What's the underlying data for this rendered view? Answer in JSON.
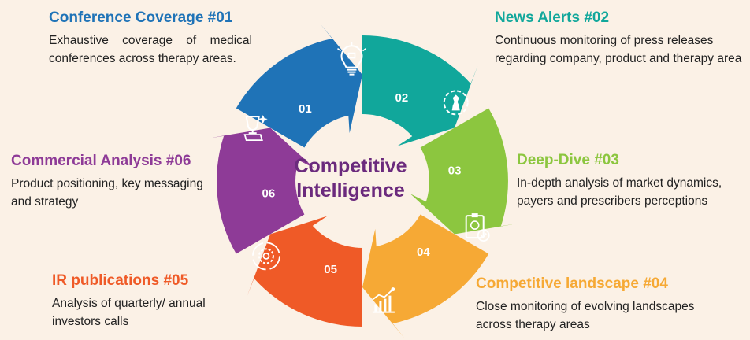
{
  "center": {
    "line1": "Competitive",
    "line2": "Intelligence"
  },
  "steps": [
    {
      "num": "01",
      "title": "Conference Coverage #01",
      "desc": "Exhaustive coverage of medical conferences across therapy areas.",
      "color": "#1f73b7",
      "icon": "lightbulb-puzzle-icon"
    },
    {
      "num": "02",
      "title": "News Alerts #02",
      "desc": "Continuous monitoring of press releases regarding company, product and therapy area",
      "color": "#11a79b",
      "icon": "gear-chess-icon"
    },
    {
      "num": "03",
      "title": "Deep-Dive #03",
      "desc": "In-depth analysis of market dynamics, payers and prescribers perceptions",
      "color": "#8cc63f",
      "icon": "clipboard-check-icon"
    },
    {
      "num": "04",
      "title": "Competitive landscape #04",
      "desc": "Close monitoring of evolving landscapes across therapy areas",
      "color": "#f6a935",
      "icon": "bar-chart-icon"
    },
    {
      "num": "05",
      "title": "IR publications #05",
      "desc": "Analysis of quarterly/ annual investors calls",
      "color": "#ef5a27",
      "icon": "gear-cycle-icon"
    },
    {
      "num": "06",
      "title": "Commercial Analysis #06",
      "desc": "Product positioning, key messaging and strategy",
      "color": "#8e3b97",
      "icon": "trophy-hand-icon"
    }
  ]
}
